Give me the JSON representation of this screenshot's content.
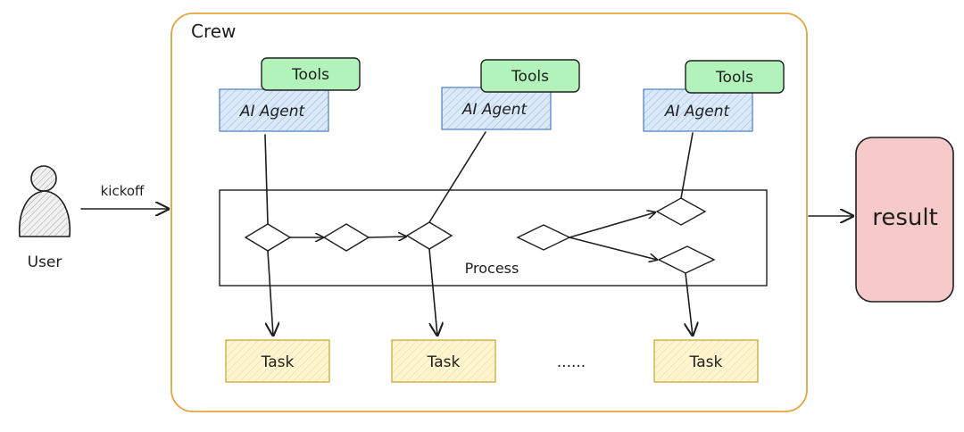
{
  "crew": {
    "label": "Crew",
    "border_color": "#e8a33d"
  },
  "user": {
    "label": "User"
  },
  "kickoff": {
    "label": "kickoff"
  },
  "agents": [
    {
      "agent_label": "AI Agent",
      "tools_label": "Tools",
      "task_label": "Task"
    },
    {
      "agent_label": "AI Agent",
      "tools_label": "Tools",
      "task_label": "Task"
    },
    {
      "agent_label": "AI Agent",
      "tools_label": "Tools",
      "task_label": "Task"
    }
  ],
  "ellipsis": "......",
  "process": {
    "label": "Process"
  },
  "result": {
    "label": "result",
    "fill_color": "#f7caca"
  },
  "colors": {
    "tools_fill": "#b2f2bb",
    "tools_stroke": "#2f9e44",
    "agent_fill": "#d0e4f7",
    "agent_stroke": "#4a7fc1",
    "task_fill": "#fff3bf",
    "task_stroke": "#c9a227"
  }
}
